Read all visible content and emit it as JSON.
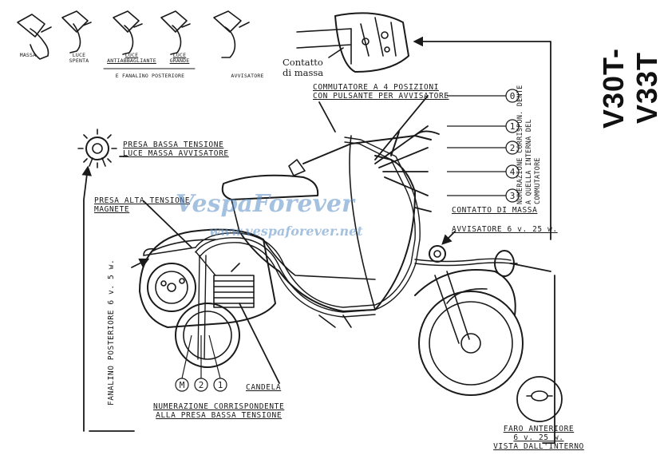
{
  "model": "V30T-V33T",
  "switch_positions": {
    "massa": "MASSA",
    "luce_spenta": "LUCE\nSPENTA",
    "luce_antiabbagliante": "LUCE\nANTIABBAGLIANTE",
    "luce_grande": "LUCE\nGRANDE",
    "fanalino": "E FANALINO POSTERIORE",
    "avvisatore": "AVVISATORE"
  },
  "contatto_massa_script": "Contatto\ndi massa",
  "labels": {
    "commutatore": "COMMUTATORE A 4 POSIZIONI\nCON PULSANTE PER AVVISATORE",
    "numerazione_commutatore": "NUMERAZIONE CORRISPON. DENTE A QUELLA INTERNA DEL COMMUTATORE",
    "presa_bassa": "PRESA BASSA TENSIONE\nLUCE MASSA AVVISATORE",
    "presa_alta": "PRESA ALTA TENSIONE\nMAGNETE",
    "contatto_di_massa": "CONTATTO DI MASSA",
    "avvisatore": "AVVISATORE  6 v. 25 w.",
    "fanalino_posteriore": "FANALINO POSTERIORE  6 v. 5 w.",
    "candela": "CANDELA",
    "numerazione_presa": "NUMERAZIONE CORRISPONDENTE\nALLA PRESA BASSA TENSIONE",
    "faro": "FARO ANTERIORE\n6 v. 25 w.\nVISTA DALL'INTERNO"
  },
  "switch_numbers": [
    "0",
    "1",
    "2",
    "4",
    "3"
  ],
  "plug_numbers": [
    "M",
    "2",
    "1"
  ],
  "watermark": {
    "name": "VespaForever",
    "url": "www.vespaforever.net"
  },
  "colors": {
    "ink": "#1a1a1a",
    "watermark": "#5d8fc7"
  }
}
